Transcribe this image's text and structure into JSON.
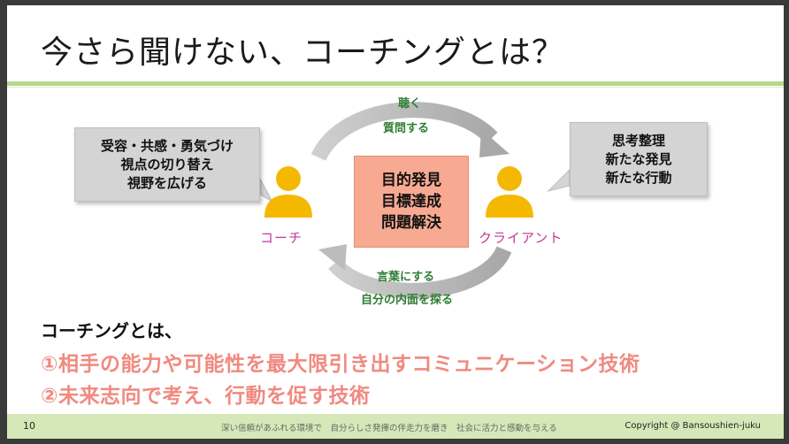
{
  "slide": {
    "title": "今さら聞けない、コーチングとは？",
    "diagram": {
      "coach_callout": [
        "受容・共感・勇気づけ",
        "視点の切り替え",
        "視野を広げる"
      ],
      "client_callout": [
        "思考整理",
        "新たな発見",
        "新たな行動"
      ],
      "center_box": [
        "目的発見",
        "目標達成",
        "問題解決"
      ],
      "coach_label": "コーチ",
      "client_label": "クライアント",
      "top_arc": [
        "聴く",
        "質問する"
      ],
      "bottom_arc": [
        "言葉にする",
        "自分の内面を探る"
      ]
    },
    "definition": {
      "heading": "コーチングとは、",
      "points": [
        "①相手の能力や可能性を最大限引き出すコミュニケーション技術",
        "②未来志向で考え、行動を促す技術"
      ]
    },
    "footer": {
      "page_number": "10",
      "tagline": "深い信頼があふれる環境で　自分らしさ発揮の伴走力を磨き　社会に活力と感動を与える",
      "copyright": "Copyright @ Bansoushien-juku"
    }
  },
  "colors": {
    "accent_green": "#b8d88c",
    "person_yellow": "#f5b800",
    "arc_text_green": "#2e7d32",
    "label_magenta": "#c0399a",
    "highlight_pink": "#f08a80",
    "center_fill": "#f7a991"
  },
  "icons": {
    "coach": "person-icon",
    "client": "person-icon",
    "top_arrow": "curved-arrow-right-icon",
    "bottom_arrow": "curved-arrow-left-icon"
  }
}
